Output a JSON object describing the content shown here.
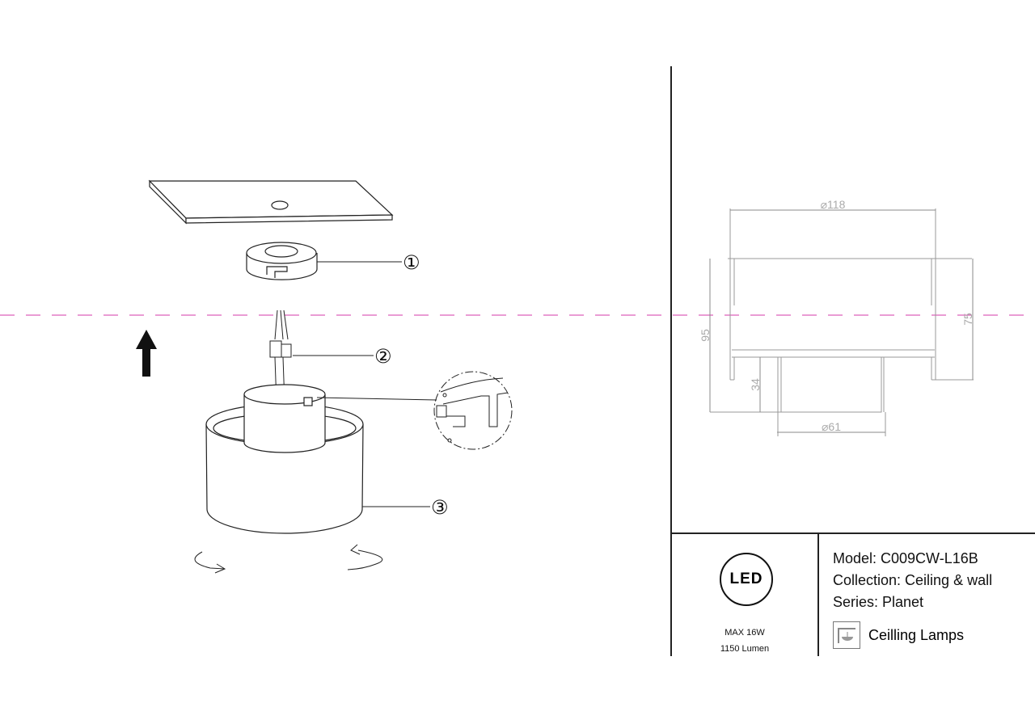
{
  "diagram": {
    "callouts": [
      "①",
      "②",
      "③"
    ],
    "dimensions": {
      "outer_diameter": "⌀118",
      "total_height": "95",
      "shade_height": "75",
      "base_height": "34",
      "base_diameter": "⌀61"
    }
  },
  "info": {
    "led_badge": "LED",
    "max_power": "MAX 16W",
    "lumen": "1150 Lumen",
    "model": "Model: C009CW-L16B",
    "collection": "Collection: Ceiling & wall",
    "series": "Series: Planet",
    "category": "Ceilling Lamps"
  },
  "colors": {
    "axis_line": "#d63aa8",
    "line": "#222222",
    "dimension": "#aaaaaa"
  }
}
